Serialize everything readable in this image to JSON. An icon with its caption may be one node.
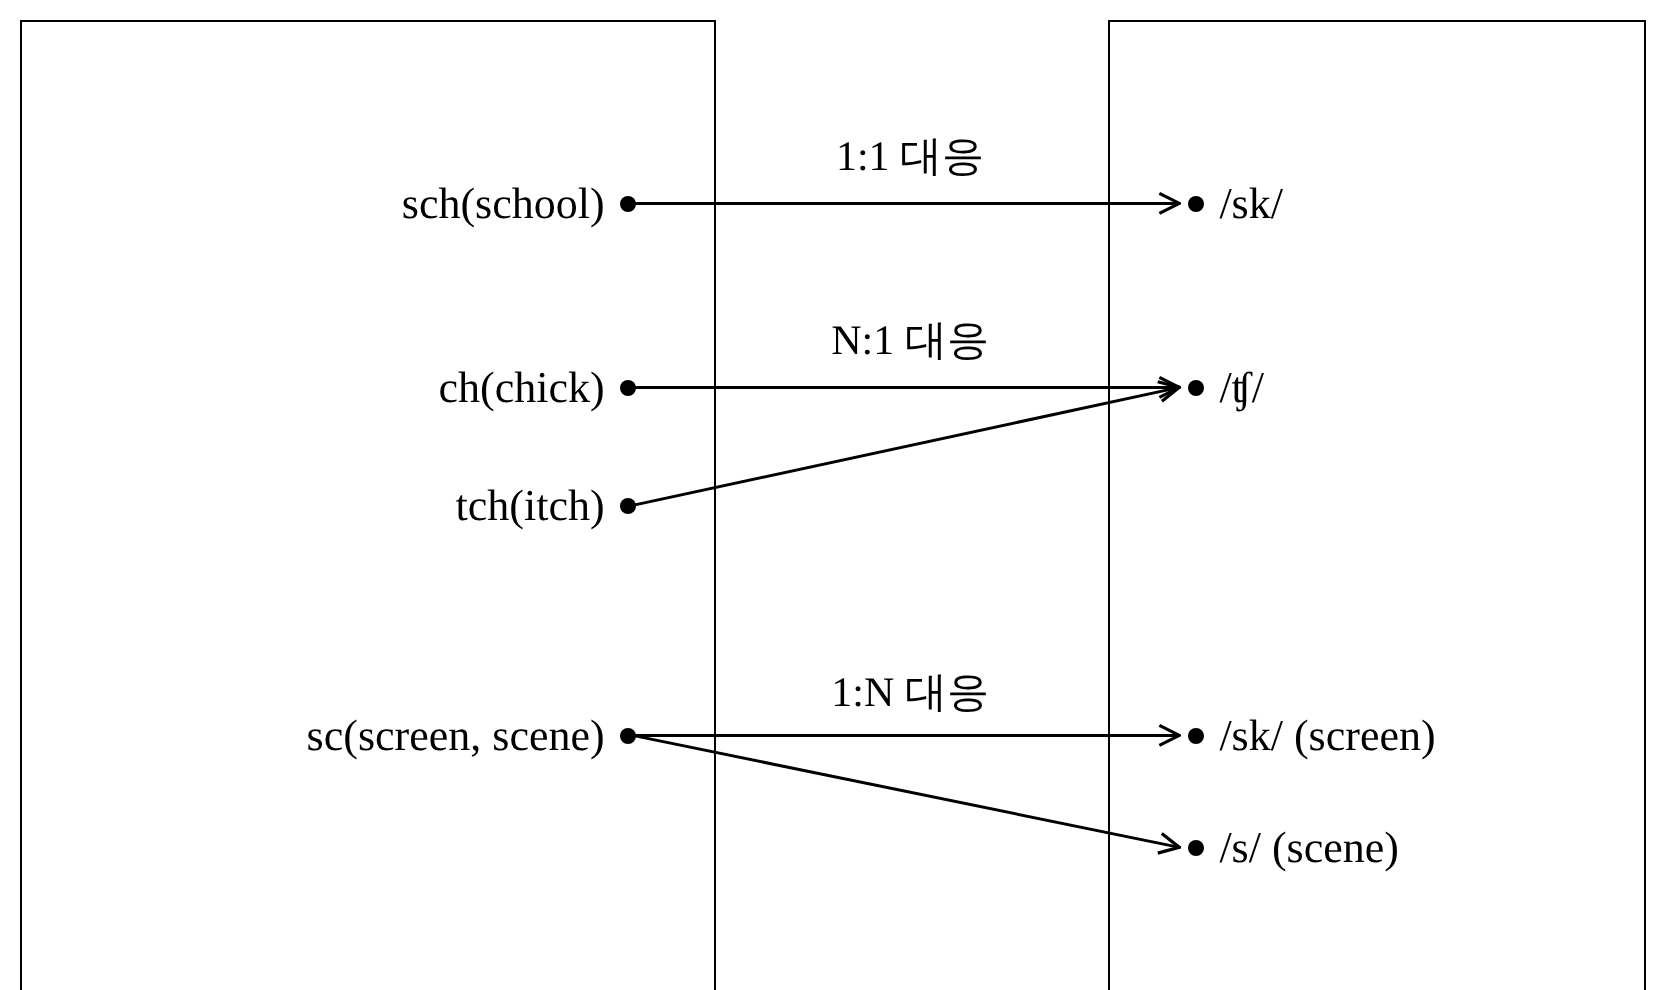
{
  "diagram": {
    "nodes": [
      {
        "text": [],
        "shape": "box"
      },
      {
        "text": [],
        "shape": "box"
      },
      {
        "text": [
          "sch(school)"
        ],
        "in": 0
      },
      {
        "text": [
          "/sk/"
        ],
        "in": 1
      },
      {
        "text": [
          "ch(chick)"
        ],
        "in": 0
      },
      {
        "text": [
          "tch(itch)"
        ],
        "in": 0
      },
      {
        "text": [
          "/ʧ/"
        ],
        "in": 1
      },
      {
        "text": [
          "sc(screen, scene)"
        ],
        "in": 0
      },
      {
        "text": [
          "/sk/ (screen)"
        ],
        "in": 1
      },
      {
        "text": [
          "/s/ (scene)"
        ],
        "in": 1
      }
    ],
    "edges": [
      {
        "from": 2,
        "to": 3,
        "arrow": "to",
        "label": "1:1 대응"
      },
      {
        "from": 4,
        "to": 6,
        "arrow": "to",
        "label": "N:1 대응"
      },
      {
        "from": 5,
        "to": 6,
        "arrow": "to"
      },
      {
        "from": 7,
        "to": 8,
        "arrow": "to",
        "label": "1:N 대응"
      },
      {
        "from": 7,
        "to": 9,
        "arrow": "to"
      }
    ]
  }
}
